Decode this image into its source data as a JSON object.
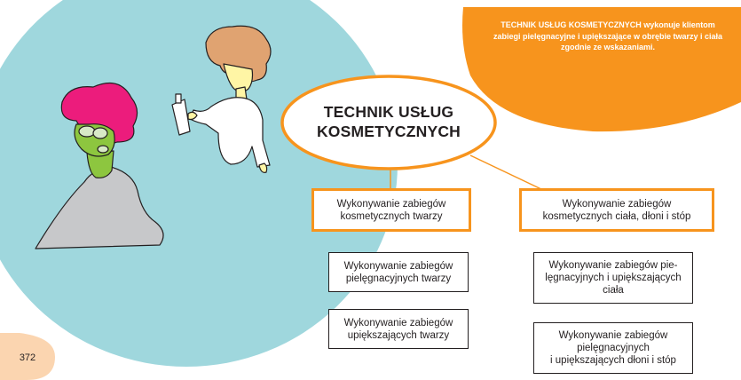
{
  "callout": {
    "bold": "TECHNIK USŁUG KOSMETYCZNYCH",
    "rest": " wykonuje klientom zabiegi pielęgnacyjne i upiększające w obrębie twarzy i ciała zgodnie ze wskazaniami."
  },
  "center": {
    "line1": "TECHNIK USŁUG",
    "line2": "KOSMETYCZNYCH"
  },
  "branches": {
    "face": {
      "line1": "Wykonywanie zabiegów",
      "line2": "kosmetycznych twarzy"
    },
    "body": {
      "line1": "Wykonywanie zabiegów",
      "line2": "kosmetycznych ciała, dłoni i stóp"
    }
  },
  "leaves": {
    "face_care": {
      "line1": "Wykonywanie zabiegów",
      "line2": "pielęgnacyjnych twarzy"
    },
    "face_beauty": {
      "line1": "Wykonywanie zabiegów",
      "line2": "upiększających twarzy"
    },
    "body_care": {
      "line1": "Wykonywanie zabiegów pie-",
      "line2": "lęgnacyjnych i upiększających",
      "line3": "ciała"
    },
    "hands_feet": {
      "line1": "Wykonywanie zabiegów",
      "line2": "pielęgnacyjnych",
      "line3": "i upiększających dłoni i stóp"
    }
  },
  "page_number": "372",
  "colors": {
    "orange": "#f7941d",
    "teal": "#9fd7dd",
    "text": "#231f20",
    "page_tab": "#fbd5b0"
  },
  "illustration": "cosmetician-spraying-client-with-face-mask"
}
